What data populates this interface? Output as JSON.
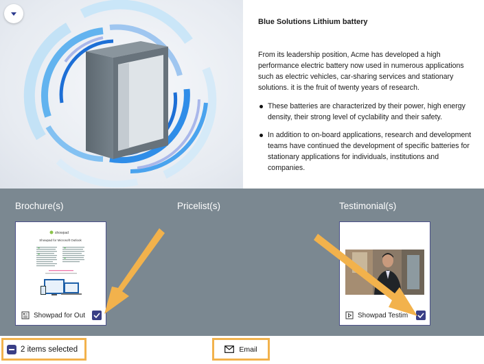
{
  "article": {
    "title": "Blue Solutions Lithium battery",
    "intro": "From its leadership position, Acme has developed a high performance electric battery now used in numerous applications such as electric vehicles, car-sharing services and stationary solutions. it is the fruit of twenty years of research.",
    "bullets": [
      "These batteries are characterized by their power, high energy density, their strong level of cyclability and their safety.",
      "In addition to on-board applications, research and development teams have continued the development of specific batteries for stationary applications for individuals, institutions and companies."
    ]
  },
  "sections": {
    "brochures": "Brochure(s)",
    "pricelists": "Pricelist(s)",
    "testimonials": "Testimonial(s)"
  },
  "cards": {
    "brochure": {
      "label": "Showpad for Out",
      "checked": true,
      "doc_brand": "showpad",
      "doc_title": "Showpad for Microsoft Outlook"
    },
    "testimonial": {
      "label": "Showpad Testim",
      "checked": true
    }
  },
  "bottom_bar": {
    "selection_text": "2 items selected",
    "email_label": "Email"
  },
  "colors": {
    "band": "#7b8891",
    "accent": "#3a3f86",
    "highlight": "#f2b24c",
    "ring_blue": "#2f8de8"
  },
  "icons": {
    "dropdown": "chevron-down-icon",
    "document": "document-icon",
    "video": "play-icon",
    "mail": "mail-icon",
    "check": "check-icon"
  }
}
